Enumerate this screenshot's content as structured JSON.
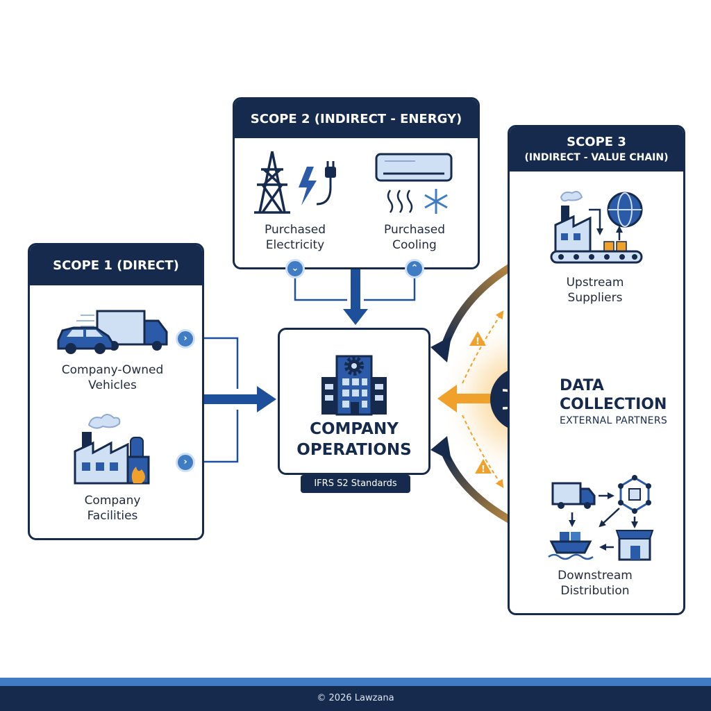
{
  "scope1": {
    "title": "SCOPE 1 (DIRECT)",
    "items": [
      {
        "label": "Company-Owned\nVehicles",
        "icon": "vehicles-icon"
      },
      {
        "label": "Company\nFacilities",
        "icon": "factory-fire-icon"
      }
    ]
  },
  "scope2": {
    "title": "SCOPE 2 (INDIRECT - ENERGY)",
    "items": [
      {
        "label": "Purchased\nElectricity",
        "icon": "power-tower-icon"
      },
      {
        "label": "Purchased\nCooling",
        "icon": "air-conditioner-icon"
      }
    ]
  },
  "scope3": {
    "title_line1": "SCOPE 3",
    "title_line2": "(INDIRECT - VALUE CHAIN)",
    "items": [
      {
        "label": "Upstream\nSuppliers",
        "icon": "supplier-factory-globe-icon"
      },
      {
        "label": "Downstream\nDistribution",
        "icon": "distribution-network-icon"
      }
    ]
  },
  "center": {
    "title_line1": "COMPANY",
    "title_line2": "OPERATIONS",
    "badge": "IFRS S2 Standards",
    "icon": "office-building-gear-icon"
  },
  "data_collection": {
    "title_line1": "DATA",
    "title_line2": "COLLECTION",
    "subtitle": "EXTERNAL PARTNERS",
    "icon": "shuffle-database-icon"
  },
  "footer": {
    "text": "© 2026 Lawzana"
  },
  "colors": {
    "navy": "#152a4d",
    "blue": "#3f7cc4",
    "orange": "#f0a12b",
    "light_blue": "#cfe0f5"
  }
}
